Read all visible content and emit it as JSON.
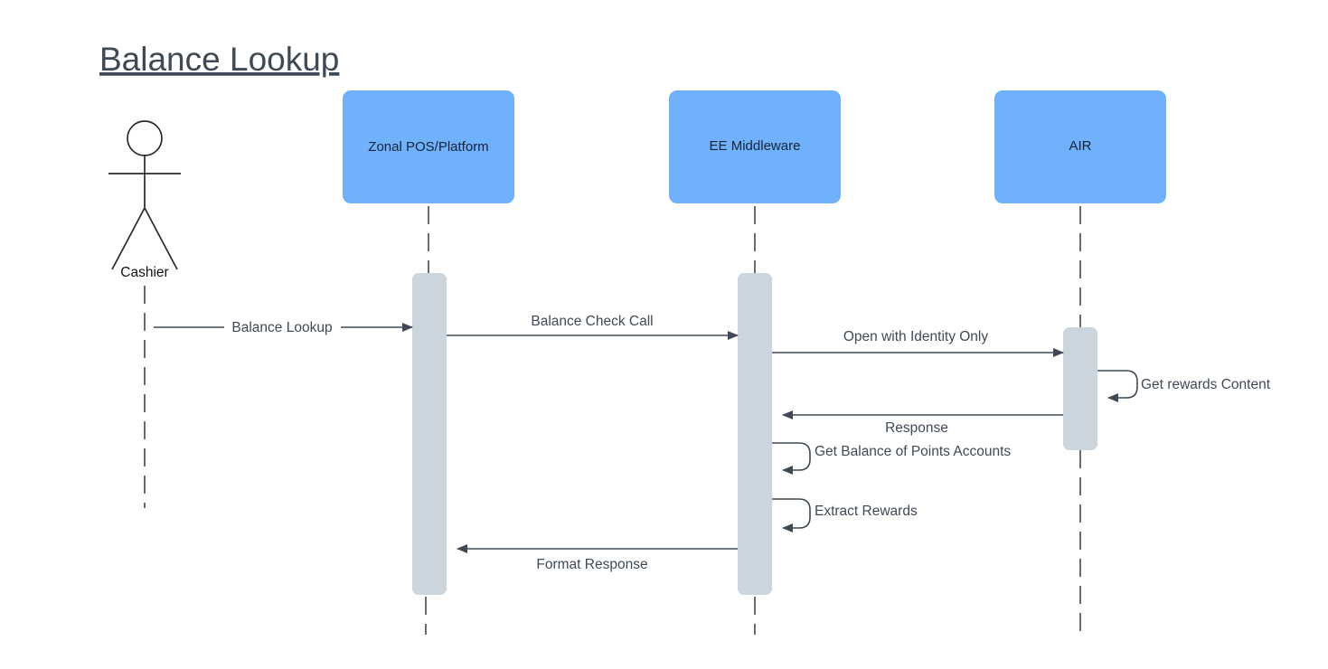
{
  "diagram": {
    "type": "uml-sequence-diagram",
    "title": "Balance Lookup",
    "background_color": "#ffffff",
    "colors": {
      "participant_box": "#6FB1FA",
      "activation_bar": "#CBD5DE",
      "line": "#3f4a56",
      "title_text": "#3f4a56",
      "participant_text": "#12243a",
      "actor_stroke": "#2a2a2a"
    },
    "actor": {
      "name": "Cashier",
      "label": "Cashier",
      "icon": "stick-figure-actor"
    },
    "participants": [
      {
        "id": "pos",
        "label": "Zonal POS/Platform"
      },
      {
        "id": "ee",
        "label": "EE Middleware"
      },
      {
        "id": "air",
        "label": "AIR"
      }
    ],
    "messages": [
      {
        "id": "m1",
        "label": "Balance Lookup",
        "from": "Cashier",
        "to": "Zonal POS/Platform",
        "direction": "right",
        "kind": "call",
        "label_position": "inline"
      },
      {
        "id": "m2",
        "label": "Balance Check Call",
        "from": "Zonal POS/Platform",
        "to": "EE Middleware",
        "direction": "right",
        "kind": "call",
        "label_position": "above"
      },
      {
        "id": "m3",
        "label": "Open with Identity Only",
        "from": "EE Middleware",
        "to": "AIR",
        "direction": "right",
        "kind": "call",
        "label_position": "above"
      },
      {
        "id": "m4",
        "label": "Get rewards Content",
        "from": "AIR",
        "to": "AIR",
        "direction": "self",
        "kind": "self-call",
        "label_position": "right"
      },
      {
        "id": "m5",
        "label": "Response",
        "from": "AIR",
        "to": "EE Middleware",
        "direction": "left",
        "kind": "return",
        "label_position": "below"
      },
      {
        "id": "m6",
        "label": "Get Balance of Points Accounts",
        "from": "EE Middleware",
        "to": "EE Middleware",
        "direction": "self",
        "kind": "self-call",
        "label_position": "right"
      },
      {
        "id": "m7",
        "label": "Extract Rewards",
        "from": "EE Middleware",
        "to": "EE Middleware",
        "direction": "self",
        "kind": "self-call",
        "label_position": "right"
      },
      {
        "id": "m8",
        "label": "Format Response",
        "from": "EE Middleware",
        "to": "Zonal POS/Platform",
        "direction": "left",
        "kind": "return",
        "label_position": "below"
      }
    ]
  }
}
